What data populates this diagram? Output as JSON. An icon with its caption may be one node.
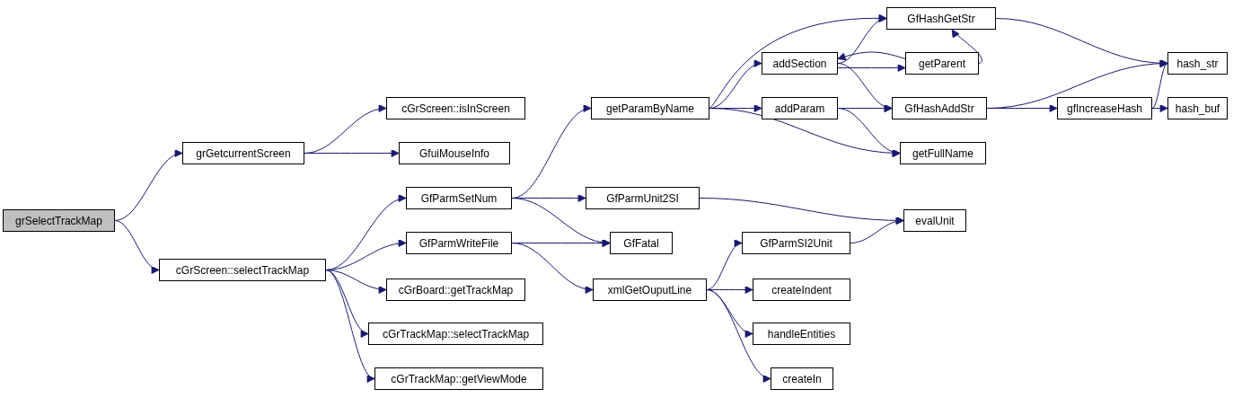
{
  "diagram": {
    "nodes": [
      {
        "text": [
          "grSelectTrackMap"
        ]
      },
      {
        "text": [
          "grGetcurrentScreen"
        ]
      },
      {
        "text": [
          "cGrScreen::selectTrackMap"
        ]
      },
      {
        "text": [
          "cGrScreen::isInScreen"
        ]
      },
      {
        "text": [
          "GfuiMouseInfo"
        ]
      },
      {
        "text": [
          "GfParmSetNum"
        ]
      },
      {
        "text": [
          "GfParmWriteFile"
        ]
      },
      {
        "text": [
          "cGrBoard::getTrackMap"
        ]
      },
      {
        "text": [
          "cGrTrackMap::selectTrackMap"
        ]
      },
      {
        "text": [
          "cGrTrackMap::getViewMode"
        ]
      },
      {
        "text": [
          "getParamByName"
        ]
      },
      {
        "text": [
          "GfParmUnit2SI"
        ]
      },
      {
        "text": [
          "GfFatal"
        ]
      },
      {
        "text": [
          "xmlGetOuputLine"
        ]
      },
      {
        "text": [
          "addSection"
        ]
      },
      {
        "text": [
          "addParam"
        ]
      },
      {
        "text": [
          "getParent"
        ]
      },
      {
        "text": [
          "GfHashAddStr"
        ]
      },
      {
        "text": [
          "getFullName"
        ]
      },
      {
        "text": [
          "GfParmSI2Unit"
        ]
      },
      {
        "text": [
          "createIndent"
        ]
      },
      {
        "text": [
          "handleEntities"
        ]
      },
      {
        "text": [
          "createIn"
        ]
      },
      {
        "text": [
          "GfHashGetStr"
        ]
      },
      {
        "text": [
          "evalUnit"
        ]
      },
      {
        "text": [
          "gfIncreaseHash"
        ]
      },
      {
        "text": [
          "hash_str"
        ]
      },
      {
        "text": [
          "hash_buf"
        ]
      }
    ],
    "edges": [
      {
        "from": 0,
        "to": 1,
        "arrow": "to"
      },
      {
        "from": 0,
        "to": 2,
        "arrow": "to"
      },
      {
        "from": 1,
        "to": 3,
        "arrow": "to"
      },
      {
        "from": 1,
        "to": 4,
        "arrow": "to"
      },
      {
        "from": 2,
        "to": 5,
        "arrow": "to"
      },
      {
        "from": 2,
        "to": 6,
        "arrow": "to"
      },
      {
        "from": 2,
        "to": 7,
        "arrow": "to"
      },
      {
        "from": 2,
        "to": 8,
        "arrow": "to"
      },
      {
        "from": 2,
        "to": 9,
        "arrow": "to"
      },
      {
        "from": 5,
        "to": 10,
        "arrow": "to"
      },
      {
        "from": 5,
        "to": 11,
        "arrow": "to"
      },
      {
        "from": 5,
        "to": 12,
        "arrow": "to"
      },
      {
        "from": 6,
        "to": 12,
        "arrow": "to"
      },
      {
        "from": 6,
        "to": 13,
        "arrow": "to"
      },
      {
        "from": 10,
        "to": 23,
        "arrow": "to"
      },
      {
        "from": 10,
        "to": 14,
        "arrow": "to"
      },
      {
        "from": 10,
        "to": 15,
        "arrow": "to"
      },
      {
        "from": 10,
        "to": 18,
        "arrow": "to"
      },
      {
        "from": 14,
        "to": 23,
        "arrow": "to"
      },
      {
        "from": 14,
        "to": 16,
        "arrow": "to"
      },
      {
        "from": 14,
        "to": 17,
        "arrow": "to"
      },
      {
        "from": 16,
        "to": 14,
        "arrow": "to"
      },
      {
        "from": 16,
        "to": 23,
        "arrow": "to"
      },
      {
        "from": 15,
        "to": 17,
        "arrow": "to"
      },
      {
        "from": 15,
        "to": 18,
        "arrow": "to"
      },
      {
        "from": 17,
        "to": 26,
        "arrow": "to"
      },
      {
        "from": 17,
        "to": 25,
        "arrow": "to"
      },
      {
        "from": 25,
        "to": 26,
        "arrow": "to"
      },
      {
        "from": 25,
        "to": 27,
        "arrow": "to"
      },
      {
        "from": 23,
        "to": 26,
        "arrow": "to"
      },
      {
        "from": 11,
        "to": 24,
        "arrow": "to"
      },
      {
        "from": 13,
        "to": 19,
        "arrow": "to"
      },
      {
        "from": 13,
        "to": 20,
        "arrow": "to"
      },
      {
        "from": 13,
        "to": 21,
        "arrow": "to"
      },
      {
        "from": 13,
        "to": 22,
        "arrow": "to"
      },
      {
        "from": 19,
        "to": 24,
        "arrow": "to"
      }
    ]
  }
}
